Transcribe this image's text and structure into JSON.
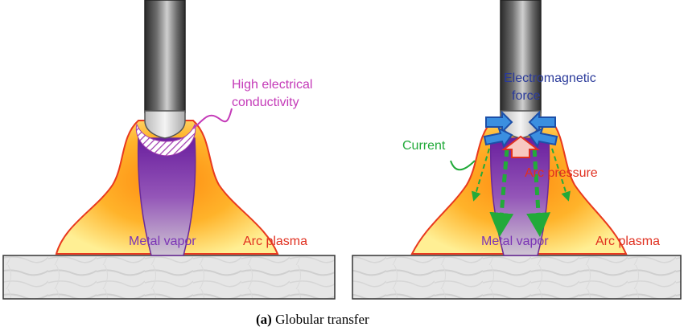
{
  "caption": {
    "label": "(a)",
    "text": " Globular transfer"
  },
  "left_panel": {
    "labels": {
      "high_conductivity": [
        "High electrical",
        "conductivity"
      ],
      "metal_vapor": "Metal vapor",
      "arc_plasma": "Arc plasma"
    }
  },
  "right_panel": {
    "labels": {
      "electromagnetic_force": [
        "Electromagnetic",
        "force"
      ],
      "current": "Current",
      "arc_pressure": "Arc pressure",
      "metal_vapor": "Metal vapor",
      "arc_plasma": "Arc plasma"
    }
  },
  "colors": {
    "plasma_outline": "#e8391e",
    "plasma_core": "#ffa21a",
    "plasma_edge": "#ffec8a",
    "vapor": "#7a2ca8",
    "vapor_light": "#b7a8c2",
    "label_magenta": "#c43ab8",
    "label_purple": "#7b35b5",
    "label_red": "#e03020",
    "label_blue": "#2a3a9a",
    "label_green": "#22aa3a",
    "arrow_blue": "#3b8fe0",
    "arrow_pink": "#f8c8c0"
  }
}
